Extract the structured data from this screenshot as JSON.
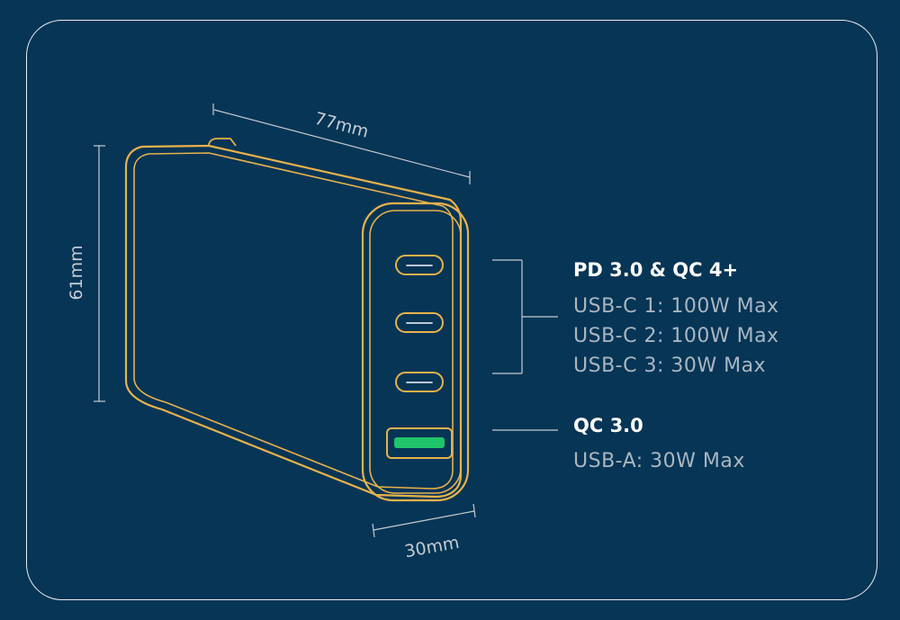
{
  "dimensions": {
    "length": "77mm",
    "height": "61mm",
    "width": "30mm"
  },
  "ports_pd": {
    "heading": "PD 3.0 & QC 4+",
    "specs": [
      "USB-C 1:  100W Max",
      "USB-C 2: 100W Max",
      "USB-C 3: 30W Max"
    ]
  },
  "ports_qc": {
    "heading": "QC 3.0",
    "specs": [
      "USB-A: 30W Max"
    ]
  },
  "colors": {
    "background": "#063556",
    "outline": "#e8b24a",
    "usb_a_insert": "#1fc46b",
    "heading_text": "#ffffff",
    "spec_text": "#aab6c1"
  }
}
